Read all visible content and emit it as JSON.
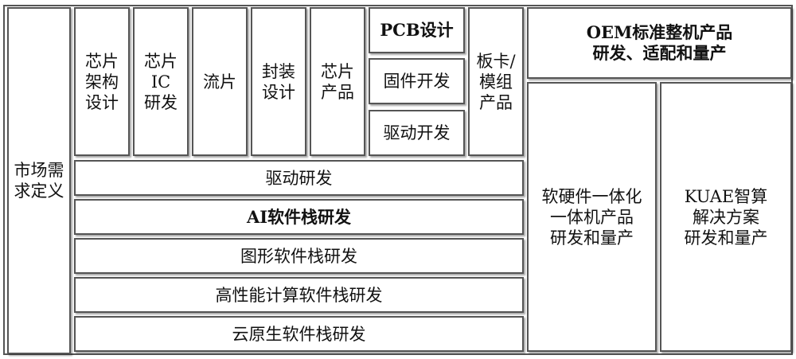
{
  "diagram": {
    "market_demand": "市场需\n求定义",
    "top_row": {
      "chip_arch_design": "芯片\n架构\n设计",
      "chip_ic_rd": "芯片\nIC\n研发",
      "tapeout": "流片",
      "package_design": "封装\n设计",
      "chip_product": "芯片\n产品",
      "pcb_design": "PCB设计",
      "firmware_dev": "固件开发",
      "driver_dev": "驱动开发",
      "board_module_product": "板卡/\n模组\n产品"
    },
    "software_rows": {
      "driver_rd": "驱动研发",
      "ai_stack_rd": "AI软件栈研发",
      "graphics_stack_rd": "图形软件栈研发",
      "hpc_stack_rd": "高性能计算软件栈研发",
      "cloud_native_stack_rd": "云原生软件栈研发"
    },
    "right_column": {
      "oem_machine": "OEM标准整机产品\n研发、适配和量产",
      "hw_sw_integration": "软硬件一体化\n一体机产品\n研发和量产",
      "kuae_solution": "KUAE智算\n解决方案\n研发和量产"
    }
  }
}
